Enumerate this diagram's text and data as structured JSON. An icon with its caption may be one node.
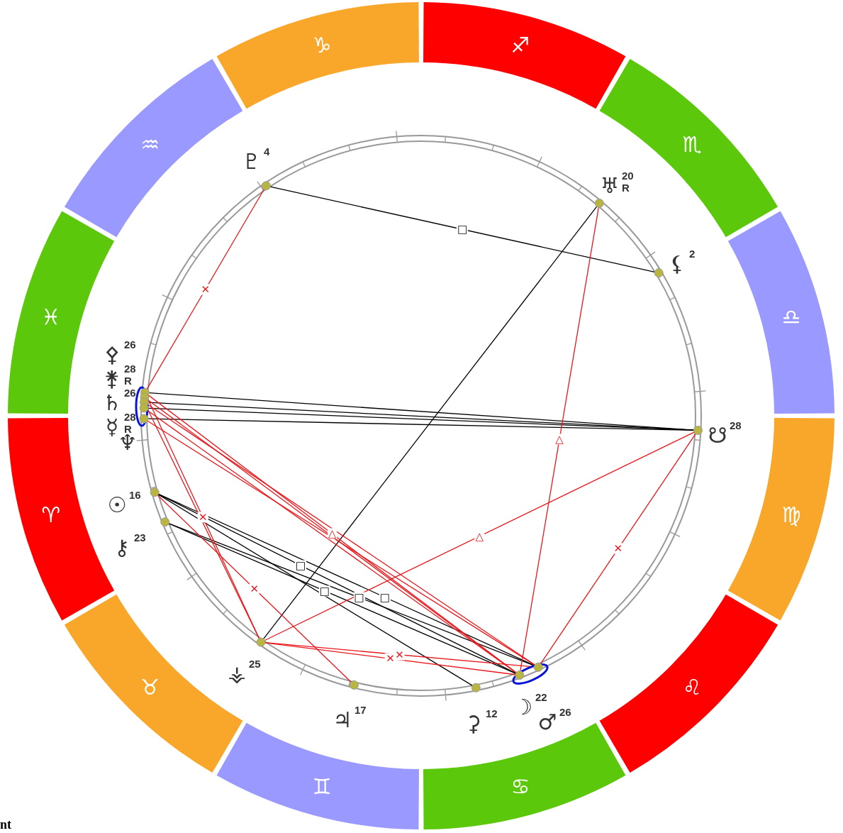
{
  "diagram": {
    "nodes": [
      {
        "text": [
          "♑"
        ]
      },
      {
        "text": [
          "♐"
        ]
      },
      {
        "text": [
          "♏"
        ]
      },
      {
        "text": [
          "♎"
        ]
      },
      {
        "text": [
          "♍"
        ]
      },
      {
        "text": [
          "♌"
        ]
      },
      {
        "text": [
          "♋"
        ]
      },
      {
        "text": [
          "♊"
        ]
      },
      {
        "text": [
          "♉"
        ]
      },
      {
        "text": [
          "♈"
        ]
      },
      {
        "text": [
          "♓"
        ]
      },
      {
        "text": [
          "♒"
        ]
      },
      {
        "text": [],
        "shape": "circle",
        "beside": [
          "♇",
          "4"
        ]
      },
      {
        "text": [],
        "shape": "circle",
        "beside": [
          "♅",
          "20",
          "R"
        ]
      },
      {
        "text": [],
        "shape": "circle",
        "beside": [
          "⚸",
          "2"
        ]
      },
      {
        "text": [],
        "shape": "circle",
        "beside": [
          "⚴",
          "26"
        ]
      },
      {
        "text": [],
        "shape": "circle",
        "beside": [
          "⚵",
          "28",
          "R"
        ]
      },
      {
        "text": [],
        "shape": "circle",
        "beside": [
          "♄",
          "26"
        ]
      },
      {
        "text": [],
        "shape": "circle",
        "beside": [
          "☿",
          "28",
          "R"
        ]
      },
      {
        "text": [],
        "shape": "circle",
        "beside": [
          "♆"
        ]
      },
      {
        "text": [],
        "shape": "circle",
        "beside": [
          "☋",
          "28"
        ]
      },
      {
        "text": [],
        "shape": "circle",
        "beside": [
          "☉",
          "16"
        ]
      },
      {
        "text": [],
        "shape": "circle",
        "beside": [
          "⚷",
          "23"
        ]
      },
      {
        "text": [],
        "shape": "circle",
        "beside": [
          "⚶",
          "25"
        ]
      },
      {
        "text": [],
        "shape": "circle",
        "beside": [
          "♃",
          "17"
        ]
      },
      {
        "text": [],
        "shape": "circle",
        "beside": [
          "⚳",
          "12"
        ]
      },
      {
        "text": [],
        "shape": "circle",
        "beside": [
          "☽",
          "22"
        ]
      },
      {
        "text": [],
        "shape": "circle",
        "beside": [
          "♂",
          "26"
        ]
      }
    ],
    "edges": [
      {
        "from": 12,
        "to": 14,
        "arrow": "none",
        "label": "□",
        "color": "#000000"
      },
      {
        "from": 13,
        "to": 23,
        "arrow": "none",
        "color": "#000000"
      },
      {
        "from": 15,
        "to": 20,
        "arrow": "none",
        "color": "#000000"
      },
      {
        "from": 17,
        "to": 20,
        "arrow": "none",
        "color": "#000000"
      },
      {
        "from": 18,
        "to": 20,
        "arrow": "none",
        "color": "#000000"
      },
      {
        "from": 19,
        "to": 20,
        "arrow": "none",
        "color": "#000000"
      },
      {
        "from": 21,
        "to": 26,
        "arrow": "none",
        "label": "□",
        "color": "#000000"
      },
      {
        "from": 21,
        "to": 27,
        "arrow": "none",
        "label": "□",
        "color": "#000000"
      },
      {
        "from": 22,
        "to": 26,
        "arrow": "none",
        "label": "□",
        "color": "#000000"
      },
      {
        "from": 22,
        "to": 27,
        "arrow": "none",
        "label": "□",
        "color": "#000000"
      },
      {
        "from": 21,
        "to": 25,
        "arrow": "none",
        "color": "#000000"
      },
      {
        "from": 12,
        "to": 15,
        "arrow": "none",
        "label": "✕"
      },
      {
        "from": 13,
        "to": 26,
        "arrow": "none",
        "label": "△"
      },
      {
        "from": 20,
        "to": 23,
        "arrow": "none",
        "label": "△"
      },
      {
        "from": 20,
        "to": 27,
        "arrow": "none",
        "label": "✕"
      },
      {
        "from": 15,
        "to": 23,
        "arrow": "none",
        "label": "✕"
      },
      {
        "from": 17,
        "to": 23,
        "arrow": "none"
      },
      {
        "from": 15,
        "to": 26,
        "arrow": "none",
        "label": "△"
      },
      {
        "from": 16,
        "to": 26,
        "arrow": "none"
      },
      {
        "from": 17,
        "to": 27,
        "arrow": "none"
      },
      {
        "from": 18,
        "to": 26,
        "arrow": "none"
      },
      {
        "from": 19,
        "to": 27,
        "arrow": "none"
      },
      {
        "from": 21,
        "to": 24,
        "arrow": "none",
        "label": "✕"
      },
      {
        "from": 23,
        "to": 26,
        "arrow": "none",
        "label": "✕"
      },
      {
        "from": 23,
        "to": 27,
        "arrow": "none",
        "label": "✕"
      }
    ],
    "labels": [
      "nt"
    ]
  }
}
